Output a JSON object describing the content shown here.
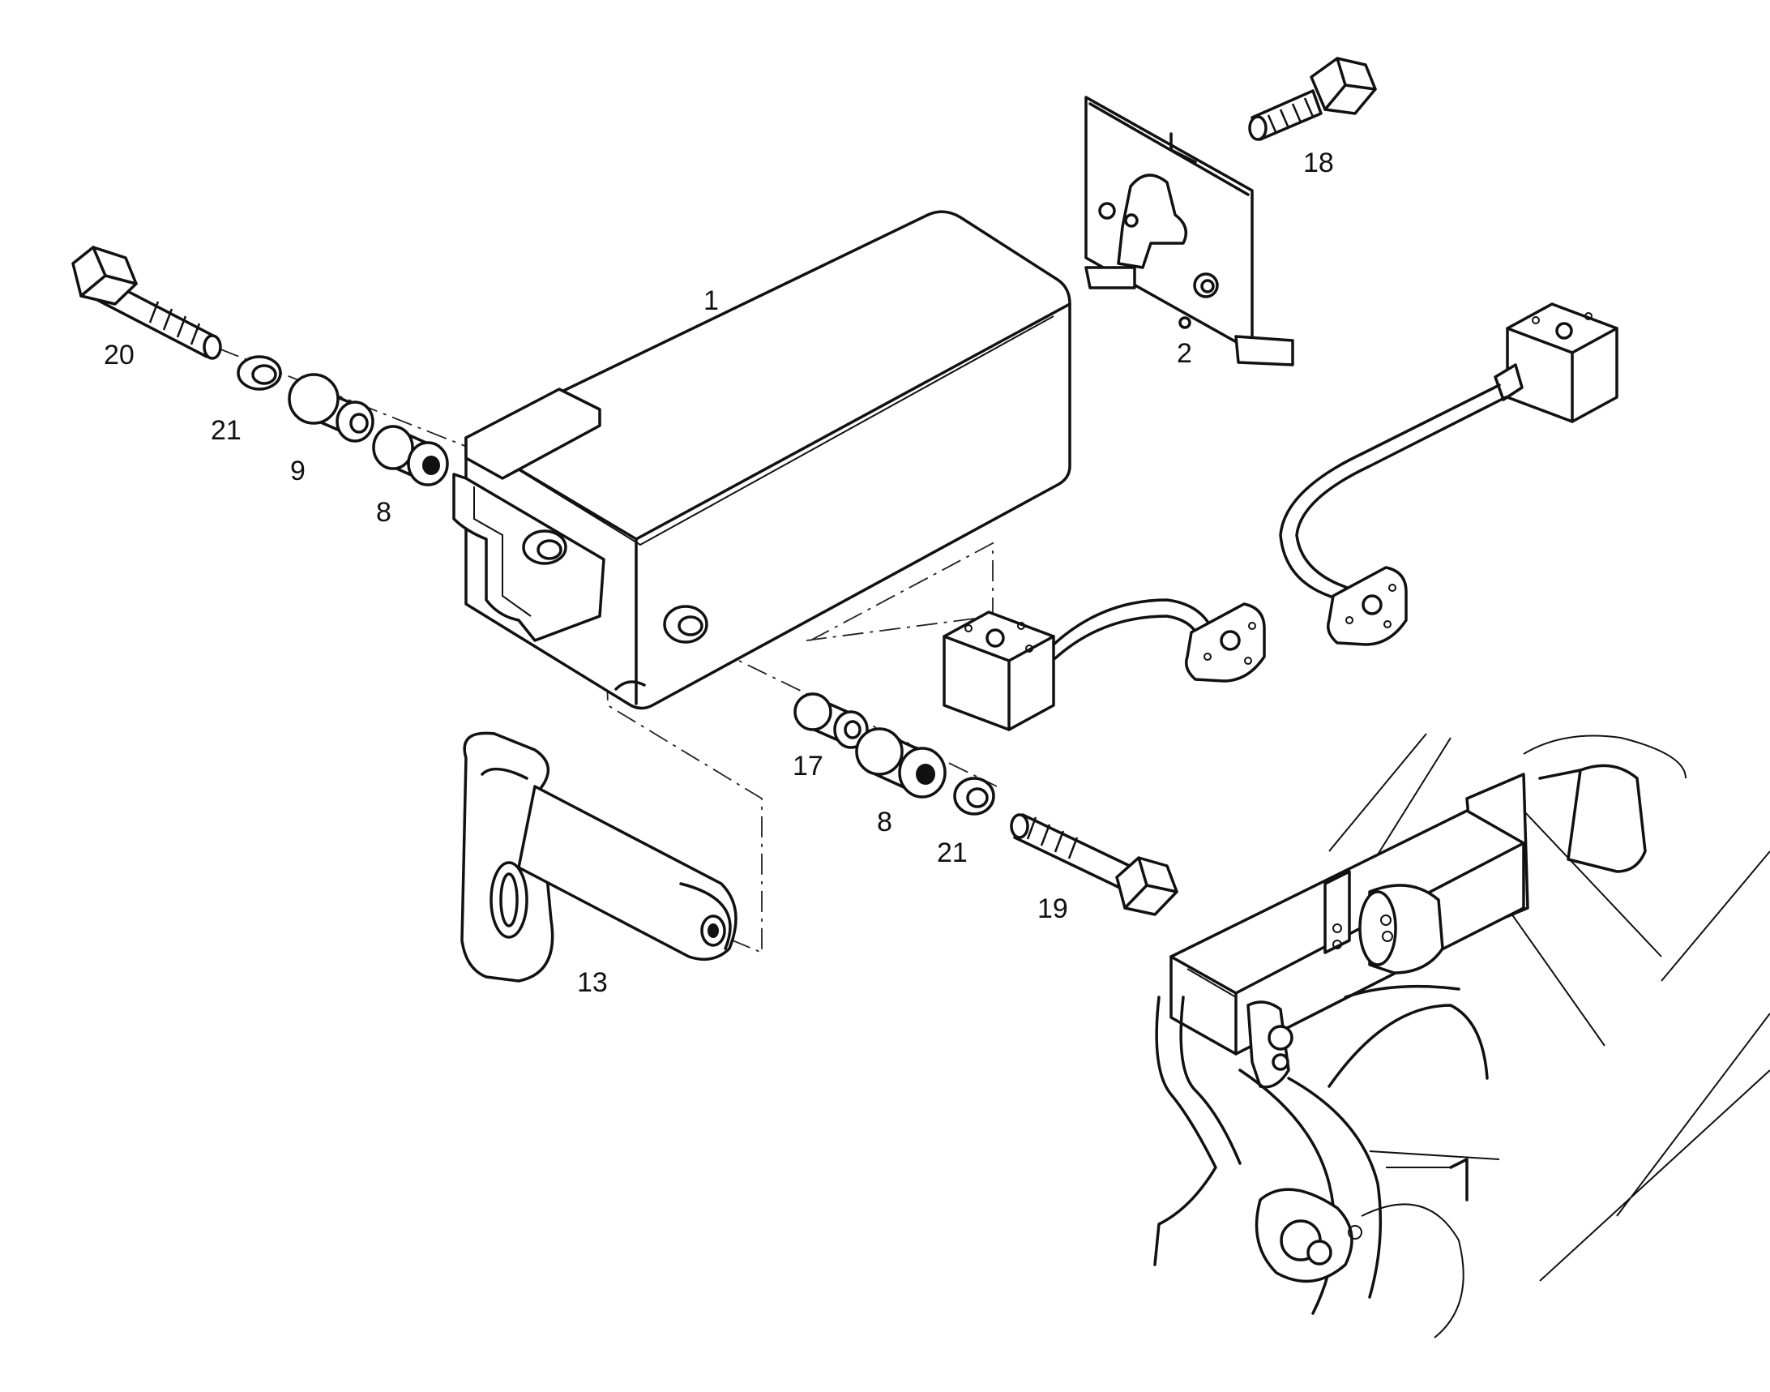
{
  "diagram": {
    "part_labels": {
      "p1": "1",
      "p2": "2",
      "p8a": "8",
      "p8b": "8",
      "p9": "9",
      "p13": "13",
      "p17": "17",
      "p18": "18",
      "p19": "19",
      "p20": "20",
      "p21a": "21",
      "p21b": "21"
    },
    "line_color": "#111111",
    "background_color": "#ffffff"
  }
}
